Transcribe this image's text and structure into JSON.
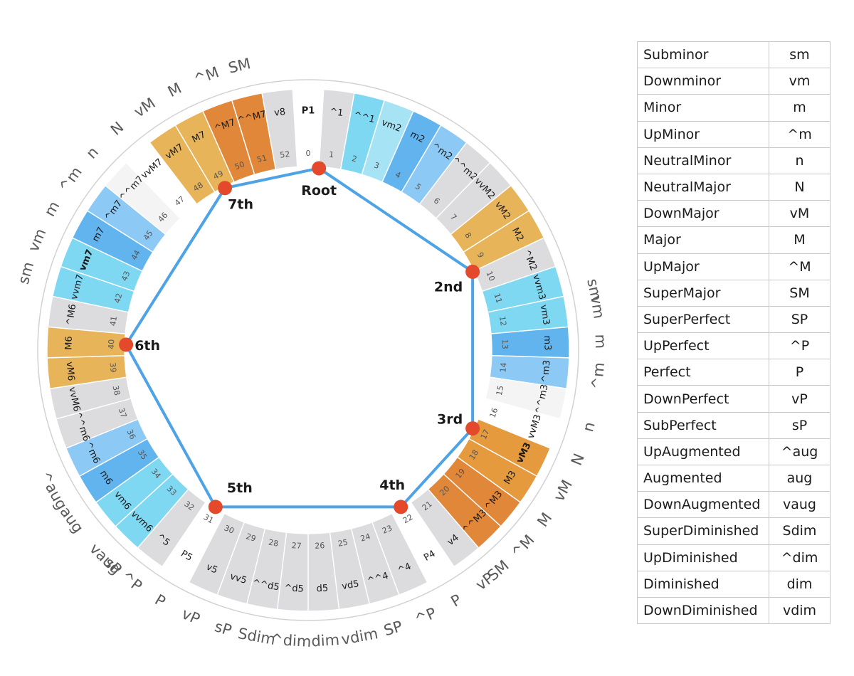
{
  "colors": {
    "gray": "#dcdcde",
    "white": "#ffffff",
    "lightwhite": "#f4f4f4",
    "cyan_light": "#a6e4f5",
    "cyan": "#7fd8f2",
    "sky": "#8cc9f4",
    "blue": "#62b4ef",
    "orange_light": "#e8b45a",
    "orange": "#e59a3e",
    "orange_dark": "#e0873a",
    "polygon": "#4da3e6",
    "node": "#e5492b"
  },
  "segments": [
    {
      "n": "0",
      "label": "P1",
      "color": "white",
      "bold": true
    },
    {
      "n": "1",
      "label": "^1",
      "color": "gray"
    },
    {
      "n": "2",
      "label": "^^1",
      "color": "cyan"
    },
    {
      "n": "3",
      "label": "vm2",
      "color": "cyan_light"
    },
    {
      "n": "4",
      "label": "m2",
      "color": "blue"
    },
    {
      "n": "5",
      "label": "^m2",
      "color": "sky"
    },
    {
      "n": "6",
      "label": "^^m2",
      "color": "gray"
    },
    {
      "n": "7",
      "label": "vvM2",
      "color": "gray"
    },
    {
      "n": "8",
      "label": "vM2",
      "color": "orange_light"
    },
    {
      "n": "9",
      "label": "M2",
      "color": "orange_light"
    },
    {
      "n": "10",
      "label": "^M2",
      "color": "gray"
    },
    {
      "n": "11",
      "label": "vvm3",
      "color": "cyan"
    },
    {
      "n": "12",
      "label": "vm3",
      "color": "cyan"
    },
    {
      "n": "13",
      "label": "m3",
      "color": "blue"
    },
    {
      "n": "14",
      "label": "^m3",
      "color": "sky"
    },
    {
      "n": "15",
      "label": "^^m3",
      "color": "lightwhite"
    },
    {
      "n": "16",
      "label": "vvM3",
      "color": "white"
    },
    {
      "n": "17",
      "label": "vM3",
      "color": "orange",
      "bold": true
    },
    {
      "n": "18",
      "label": "M3",
      "color": "orange"
    },
    {
      "n": "19",
      "label": "^M3",
      "color": "orange_dark",
      "light": true
    },
    {
      "n": "20",
      "label": "^^M3",
      "color": "orange_dark",
      "light": true
    },
    {
      "n": "21",
      "label": "v4",
      "color": "gray"
    },
    {
      "n": "22",
      "label": "P4",
      "color": "white"
    },
    {
      "n": "23",
      "label": "^4",
      "color": "gray"
    },
    {
      "n": "24",
      "label": "^^4",
      "color": "gray"
    },
    {
      "n": "25",
      "label": "vd5",
      "color": "gray"
    },
    {
      "n": "26",
      "label": "d5",
      "color": "gray"
    },
    {
      "n": "27",
      "label": "^d5",
      "color": "gray"
    },
    {
      "n": "28",
      "label": "^^d5",
      "color": "gray"
    },
    {
      "n": "29",
      "label": "vv5",
      "color": "gray"
    },
    {
      "n": "30",
      "label": "v5",
      "color": "gray"
    },
    {
      "n": "31",
      "label": "P5",
      "color": "white"
    },
    {
      "n": "32",
      "label": "^5",
      "color": "gray"
    },
    {
      "n": "33",
      "label": "vvm6",
      "color": "cyan"
    },
    {
      "n": "34",
      "label": "vm6",
      "color": "cyan"
    },
    {
      "n": "35",
      "label": "m6",
      "color": "blue"
    },
    {
      "n": "36",
      "label": "^m6",
      "color": "sky"
    },
    {
      "n": "37",
      "label": "^^m6",
      "color": "gray"
    },
    {
      "n": "38",
      "label": "vvM6",
      "color": "gray"
    },
    {
      "n": "39",
      "label": "vM6",
      "color": "orange_light"
    },
    {
      "n": "40",
      "label": "M6",
      "color": "orange_light"
    },
    {
      "n": "41",
      "label": "^M6",
      "color": "gray"
    },
    {
      "n": "42",
      "label": "vvm7",
      "color": "cyan"
    },
    {
      "n": "43",
      "label": "vm7",
      "color": "cyan",
      "bold": true
    },
    {
      "n": "44",
      "label": "m7",
      "color": "blue"
    },
    {
      "n": "45",
      "label": "^m7",
      "color": "sky"
    },
    {
      "n": "46",
      "label": "^^m7",
      "color": "lightwhite"
    },
    {
      "n": "47",
      "label": "vvM7",
      "color": "white"
    },
    {
      "n": "48",
      "label": "vM7",
      "color": "orange_light"
    },
    {
      "n": "49",
      "label": "M7",
      "color": "orange_light"
    },
    {
      "n": "50",
      "label": "^M7",
      "color": "orange_dark",
      "light": true
    },
    {
      "n": "51",
      "label": "^^M7",
      "color": "orange_dark",
      "light": true
    },
    {
      "n": "52",
      "label": "v8",
      "color": "gray"
    }
  ],
  "outer_labels": [
    {
      "text": "sm",
      "at": 11.5
    },
    {
      "text": "vm",
      "at": 12
    },
    {
      "text": "m",
      "at": 13
    },
    {
      "text": "^m",
      "at": 14
    },
    {
      "text": "n",
      "at": 15.5
    },
    {
      "text": "N",
      "at": 16.5
    },
    {
      "text": "vM",
      "at": 17.5
    },
    {
      "text": "M",
      "at": 18.5
    },
    {
      "text": "^M",
      "at": 19.5
    },
    {
      "text": "SM",
      "at": 20.5
    },
    {
      "text": "vP",
      "at": 21
    },
    {
      "text": "P",
      "at": 22
    },
    {
      "text": "^P",
      "at": 23
    },
    {
      "text": "SP",
      "at": 24
    },
    {
      "text": "vdim",
      "at": 25
    },
    {
      "text": "dim",
      "at": 26
    },
    {
      "text": "^dim",
      "at": 27
    },
    {
      "text": "Sdim",
      "at": 28
    },
    {
      "text": "sP",
      "at": 29
    },
    {
      "text": "vP",
      "at": 30
    },
    {
      "text": "P",
      "at": 31
    },
    {
      "text": "^P",
      "at": 32
    },
    {
      "text": "sP",
      "at": 32.7
    },
    {
      "text": "vaug",
      "at": 33
    },
    {
      "text": "aug",
      "at": 34.5
    },
    {
      "text": "^aug",
      "at": 35.5
    },
    {
      "text": "sm",
      "at": 42
    },
    {
      "text": "vm",
      "at": 43
    },
    {
      "text": "m",
      "at": 44
    },
    {
      "text": "^m",
      "at": 45
    },
    {
      "text": "n",
      "at": 46
    },
    {
      "text": "N",
      "at": 47
    },
    {
      "text": "vM",
      "at": 48
    },
    {
      "text": "M",
      "at": 49
    },
    {
      "text": "^M",
      "at": 50
    },
    {
      "text": "SM",
      "at": 51
    }
  ],
  "nodes": [
    {
      "label": "Root",
      "at": 0.5
    },
    {
      "label": "2nd",
      "at": 9.5
    },
    {
      "label": "3rd",
      "at": 17
    },
    {
      "label": "4th",
      "at": 22
    },
    {
      "label": "5th",
      "at": 31
    },
    {
      "label": "6th",
      "at": 40
    },
    {
      "label": "7th",
      "at": 49
    }
  ],
  "legend": [
    {
      "name": "Subminor",
      "abbr": "sm"
    },
    {
      "name": "Downminor",
      "abbr": "vm"
    },
    {
      "name": "Minor",
      "abbr": "m"
    },
    {
      "name": "UpMinor",
      "abbr": "^m"
    },
    {
      "name": "NeutralMinor",
      "abbr": "n"
    },
    {
      "name": "NeutralMajor",
      "abbr": "N"
    },
    {
      "name": "DownMajor",
      "abbr": "vM"
    },
    {
      "name": "Major",
      "abbr": "M"
    },
    {
      "name": "UpMajor",
      "abbr": "^M"
    },
    {
      "name": "SuperMajor",
      "abbr": "SM"
    },
    {
      "name": "SuperPerfect",
      "abbr": "SP"
    },
    {
      "name": "UpPerfect",
      "abbr": "^P"
    },
    {
      "name": "Perfect",
      "abbr": "P"
    },
    {
      "name": "DownPerfect",
      "abbr": "vP"
    },
    {
      "name": "SubPerfect",
      "abbr": "sP"
    },
    {
      "name": "UpAugmented",
      "abbr": "^aug"
    },
    {
      "name": "Augmented",
      "abbr": "aug"
    },
    {
      "name": "DownAugmented",
      "abbr": "vaug"
    },
    {
      "name": "SuperDiminished",
      "abbr": "Sdim"
    },
    {
      "name": "UpDiminished",
      "abbr": "^dim"
    },
    {
      "name": "Diminished",
      "abbr": "dim"
    },
    {
      "name": "DownDiminished",
      "abbr": "vdim"
    }
  ]
}
